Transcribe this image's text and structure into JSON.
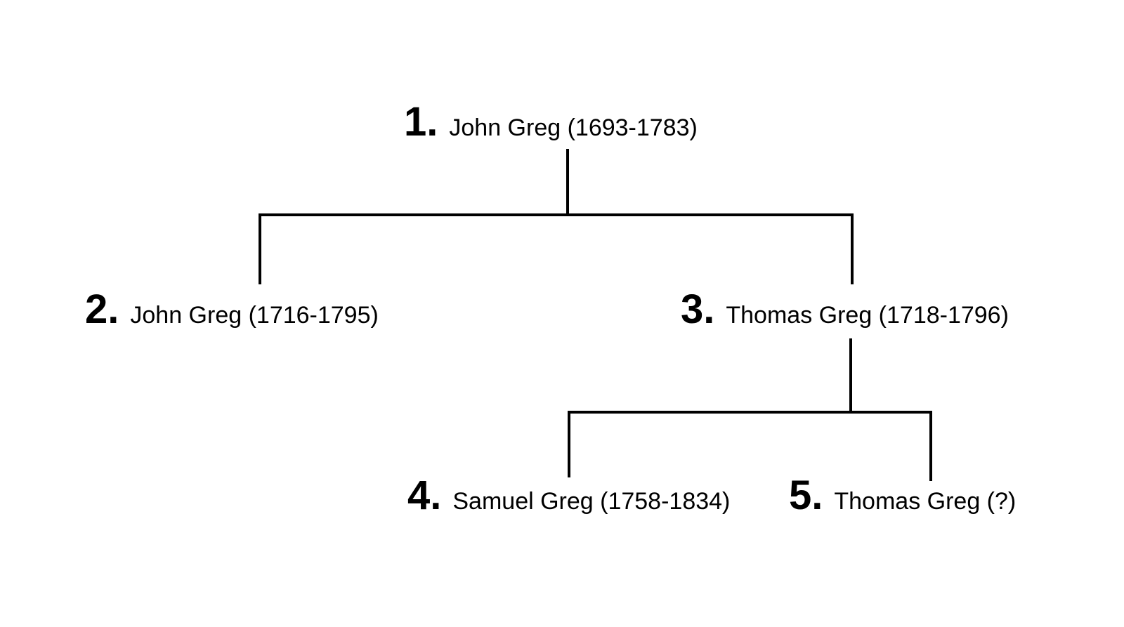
{
  "nodes": [
    {
      "number": "1.",
      "label": "John Greg (1693-1783)"
    },
    {
      "number": "2.",
      "label": "John Greg (1716-1795)"
    },
    {
      "number": "3.",
      "label": "Thomas Greg (1718-1796)"
    },
    {
      "number": "4.",
      "label": "Samuel Greg (1758-1834)"
    },
    {
      "number": "5.",
      "label": "Thomas Greg (?)"
    }
  ],
  "colors": {
    "lines": "#000000",
    "text": "#000000",
    "background": "#ffffff"
  }
}
